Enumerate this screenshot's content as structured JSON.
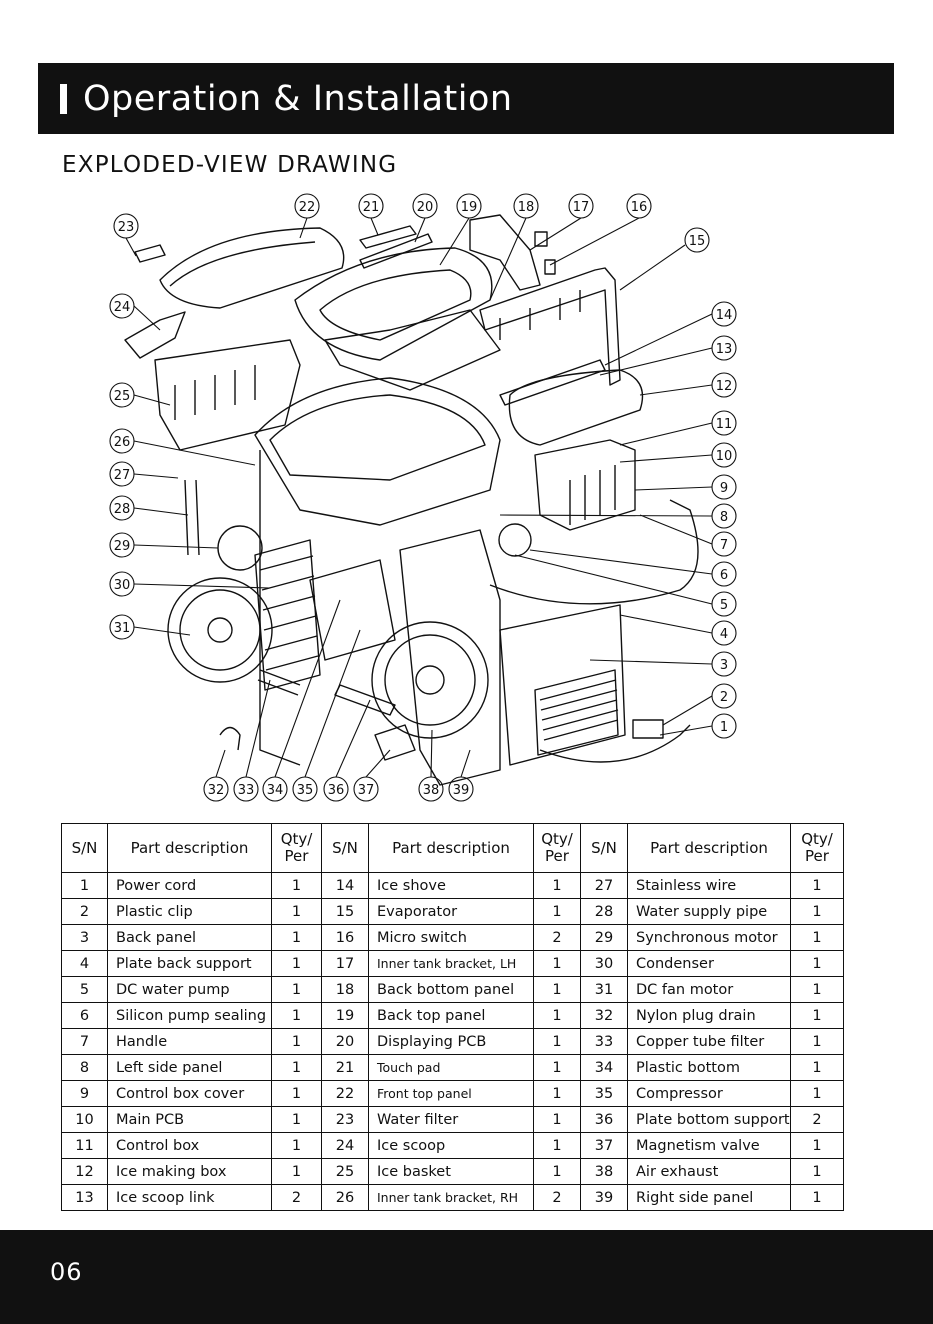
{
  "header": {
    "title": "Operation & Installation"
  },
  "section_title": "EXPLODED-VIEW DRAWING",
  "callouts_top": [
    "23",
    "22",
    "21",
    "20",
    "19",
    "18",
    "17",
    "16",
    "15"
  ],
  "callouts_left": [
    "24",
    "25",
    "26",
    "27",
    "28",
    "29",
    "30",
    "31"
  ],
  "callouts_right": [
    "14",
    "13",
    "12",
    "11",
    "10",
    "9",
    "8",
    "7",
    "6",
    "5",
    "4",
    "3",
    "2",
    "1"
  ],
  "callouts_bottom": [
    "32",
    "33",
    "34",
    "35",
    "36",
    "37",
    "38",
    "39"
  ],
  "table": {
    "headers": [
      "S/N",
      "Part description",
      "Qty/\nPer"
    ],
    "rows": [
      [
        [
          "1",
          "Power cord",
          "1"
        ],
        [
          "14",
          "Ice shove",
          "1"
        ],
        [
          "27",
          "Stainless wire",
          "1"
        ]
      ],
      [
        [
          "2",
          "Plastic clip",
          "1"
        ],
        [
          "15",
          "Evaporator",
          "1"
        ],
        [
          "28",
          "Water supply pipe",
          "1"
        ]
      ],
      [
        [
          "3",
          "Back panel",
          "1"
        ],
        [
          "16",
          "Micro switch",
          "2"
        ],
        [
          "29",
          "Synchronous motor",
          "1"
        ]
      ],
      [
        [
          "4",
          "Plate back support",
          "1"
        ],
        [
          "17",
          "Inner tank bracket, LH",
          "1"
        ],
        [
          "30",
          "Condenser",
          "1"
        ]
      ],
      [
        [
          "5",
          "DC water pump",
          "1"
        ],
        [
          "18",
          "Back bottom panel",
          "1"
        ],
        [
          "31",
          "DC fan motor",
          "1"
        ]
      ],
      [
        [
          "6",
          "Silicon pump sealing",
          "1"
        ],
        [
          "19",
          "Back top panel",
          "1"
        ],
        [
          "32",
          "Nylon plug drain",
          "1"
        ]
      ],
      [
        [
          "7",
          "Handle",
          "1"
        ],
        [
          "20",
          "Displaying PCB",
          "1"
        ],
        [
          "33",
          "Copper tube filter",
          "1"
        ]
      ],
      [
        [
          "8",
          "Left side panel",
          "1"
        ],
        [
          "21",
          "Touch pad",
          "1"
        ],
        [
          "34",
          "Plastic bottom",
          "1"
        ]
      ],
      [
        [
          "9",
          "Control box cover",
          "1"
        ],
        [
          "22",
          "Front top panel",
          "1"
        ],
        [
          "35",
          "Compressor",
          "1"
        ]
      ],
      [
        [
          "10",
          "Main PCB",
          "1"
        ],
        [
          "23",
          "Water filter",
          "1"
        ],
        [
          "36",
          "Plate bottom support",
          "2"
        ]
      ],
      [
        [
          "11",
          "Control box",
          "1"
        ],
        [
          "24",
          "Ice scoop",
          "1"
        ],
        [
          "37",
          "Magnetism valve",
          "1"
        ]
      ],
      [
        [
          "12",
          "Ice making box",
          "1"
        ],
        [
          "25",
          "Ice basket",
          "1"
        ],
        [
          "38",
          "Air exhaust",
          "1"
        ]
      ],
      [
        [
          "13",
          "Ice scoop link",
          "2"
        ],
        [
          "26",
          "Inner tank bracket, RH",
          "2"
        ],
        [
          "39",
          "Right side panel",
          "1"
        ]
      ]
    ]
  },
  "footer": {
    "page_number": "06"
  },
  "colors": {
    "bar": "#111111",
    "text": "#111111",
    "background": "#ffffff"
  }
}
